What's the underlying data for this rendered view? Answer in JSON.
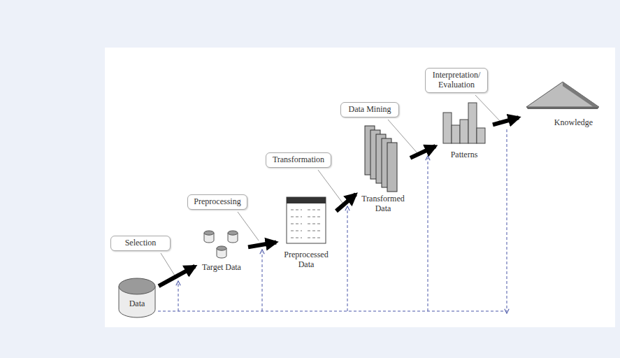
{
  "diagram": {
    "nodes": [
      {
        "text": [
          "Data"
        ]
      },
      {
        "text": [
          "Selection"
        ]
      },
      {
        "text": [
          "Target Data"
        ]
      },
      {
        "text": [
          "Preprocessing"
        ]
      },
      {
        "text": [
          "Preprocessed Data"
        ]
      },
      {
        "text": [
          "Transformation"
        ]
      },
      {
        "text": [
          "Transformed Data"
        ]
      },
      {
        "text": [
          "Data Mining"
        ]
      },
      {
        "text": [
          "Patterns"
        ]
      },
      {
        "text": [
          "Interpretation/ Evaluation"
        ]
      },
      {
        "text": [
          "Knowledge"
        ]
      }
    ],
    "edges": [
      {
        "from": 0,
        "to": 2,
        "arrow": "to"
      },
      {
        "from": 2,
        "to": 4,
        "arrow": "to"
      },
      {
        "from": 4,
        "to": 6,
        "arrow": "to"
      },
      {
        "from": 6,
        "to": 8,
        "arrow": "to"
      },
      {
        "from": 8,
        "to": 10,
        "arrow": "to"
      }
    ]
  }
}
